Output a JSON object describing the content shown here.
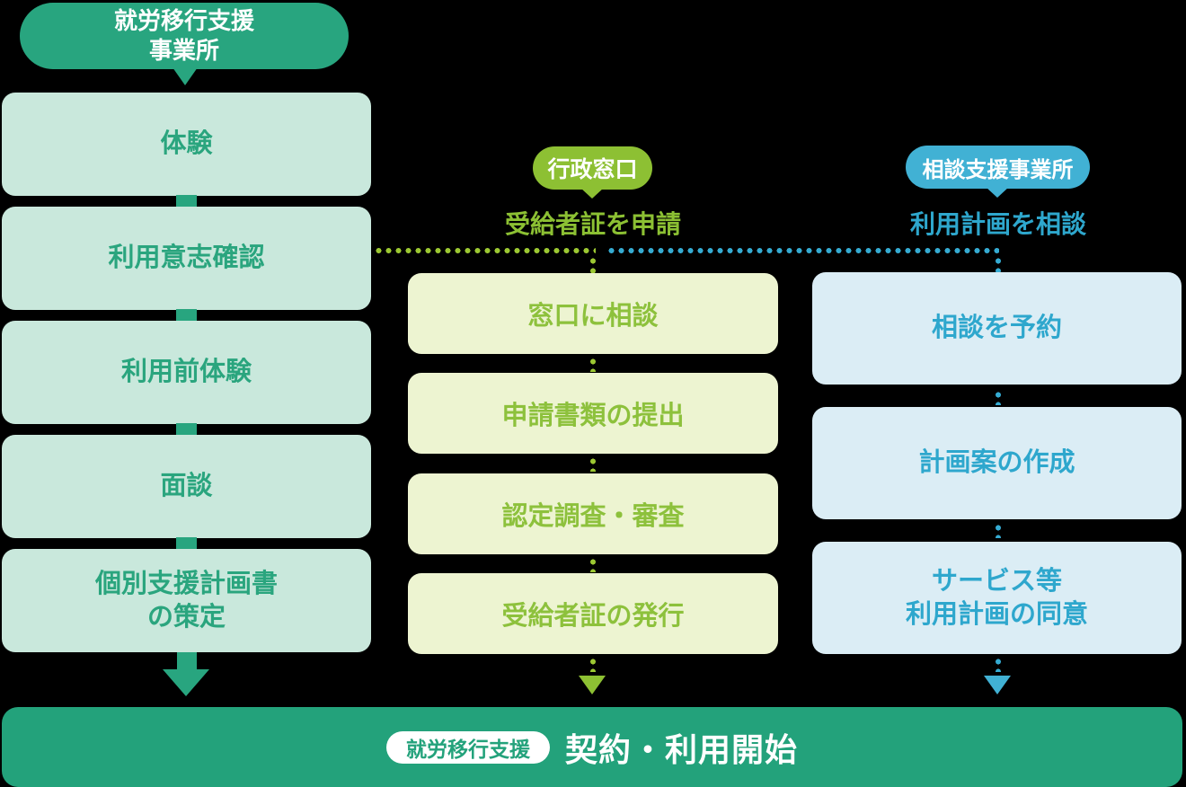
{
  "colors": {
    "background": "#000000",
    "teal": "#28a57f",
    "teal_box_bg": "#c9e8dc",
    "teal_text": "#2aa57e",
    "lime": "#8dc033",
    "lime_box_bg": "#edf4d1",
    "lime_text": "#8dc13c",
    "sky": "#41b1d4",
    "sky_box_bg": "#dbedf5",
    "sky_text": "#2ea7cd",
    "footer_bar": "#23a27b",
    "dot_green": "#9cc832",
    "dot_blue": "#35abd2"
  },
  "provider": {
    "badge": "就労移行支援\n事業所",
    "steps": [
      "体験",
      "利用意志確認",
      "利用前体験",
      "面談",
      "個別支援計画書\nの策定"
    ]
  },
  "government": {
    "badge": "行政窓口",
    "caption": "受給者証を申請",
    "steps": [
      "窓口に相談",
      "申請書類の提出",
      "認定調査・審査",
      "受給者証の発行"
    ]
  },
  "consultation": {
    "badge": "相談支援事業所",
    "caption": "利用計画を相談",
    "steps": [
      "相談を予約",
      "計画案の作成",
      "サービス等\n利用計画の同意"
    ]
  },
  "footer": {
    "badge": "就労移行支援",
    "label": "契約・利用開始"
  }
}
